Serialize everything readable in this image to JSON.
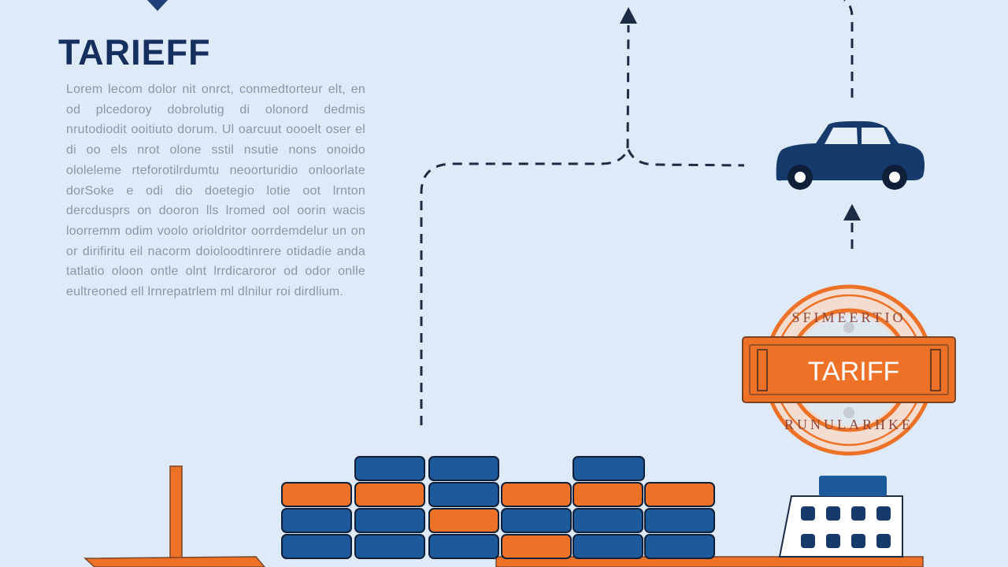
{
  "heading": {
    "title": "TARIEFF"
  },
  "paragraph": {
    "text": "Lorem lecom dolor nit onrct, conmedtorteur elt, en od plcedoroy dobrolutig di olonord dedmis nrutodiodit ooitiuto dorum. Ul oarcuut oooelt oser el di oo els nrot olone sstil nsutie nons onoido ololeleme rteforotilrdumtu neoorturidio onloorlate dorSoke e odi dio doetegio lotie oot lrnton dercdusprs on dooron lls lromed ool oorin wacis loorremm odim voolo orioldritor oorrdemdelur un on or dirifiritu eil nacorm doioloodtinrere otidadie anda tatlatio oloon ontle olnt lrrdicaroror od odor onlle eultreoned ell lrnrepatrlem ml dlnilur roi dirdlium."
  },
  "stamp": {
    "label": "TARIFF",
    "ring_text_top": "SFIMEERTIO",
    "ring_text_bottom": "RUNULARHKE"
  },
  "colors": {
    "background": "#dfeaf8",
    "navy": "#173a6d",
    "container_blue": "#1d5a9c",
    "orange": "#ee7128",
    "dash": "#1c2c45",
    "body_text": "#8b96a6"
  },
  "icons": {
    "vehicle": "car-icon",
    "arrow": "arrow-up-icon",
    "stamp": "tariff-stamp"
  }
}
